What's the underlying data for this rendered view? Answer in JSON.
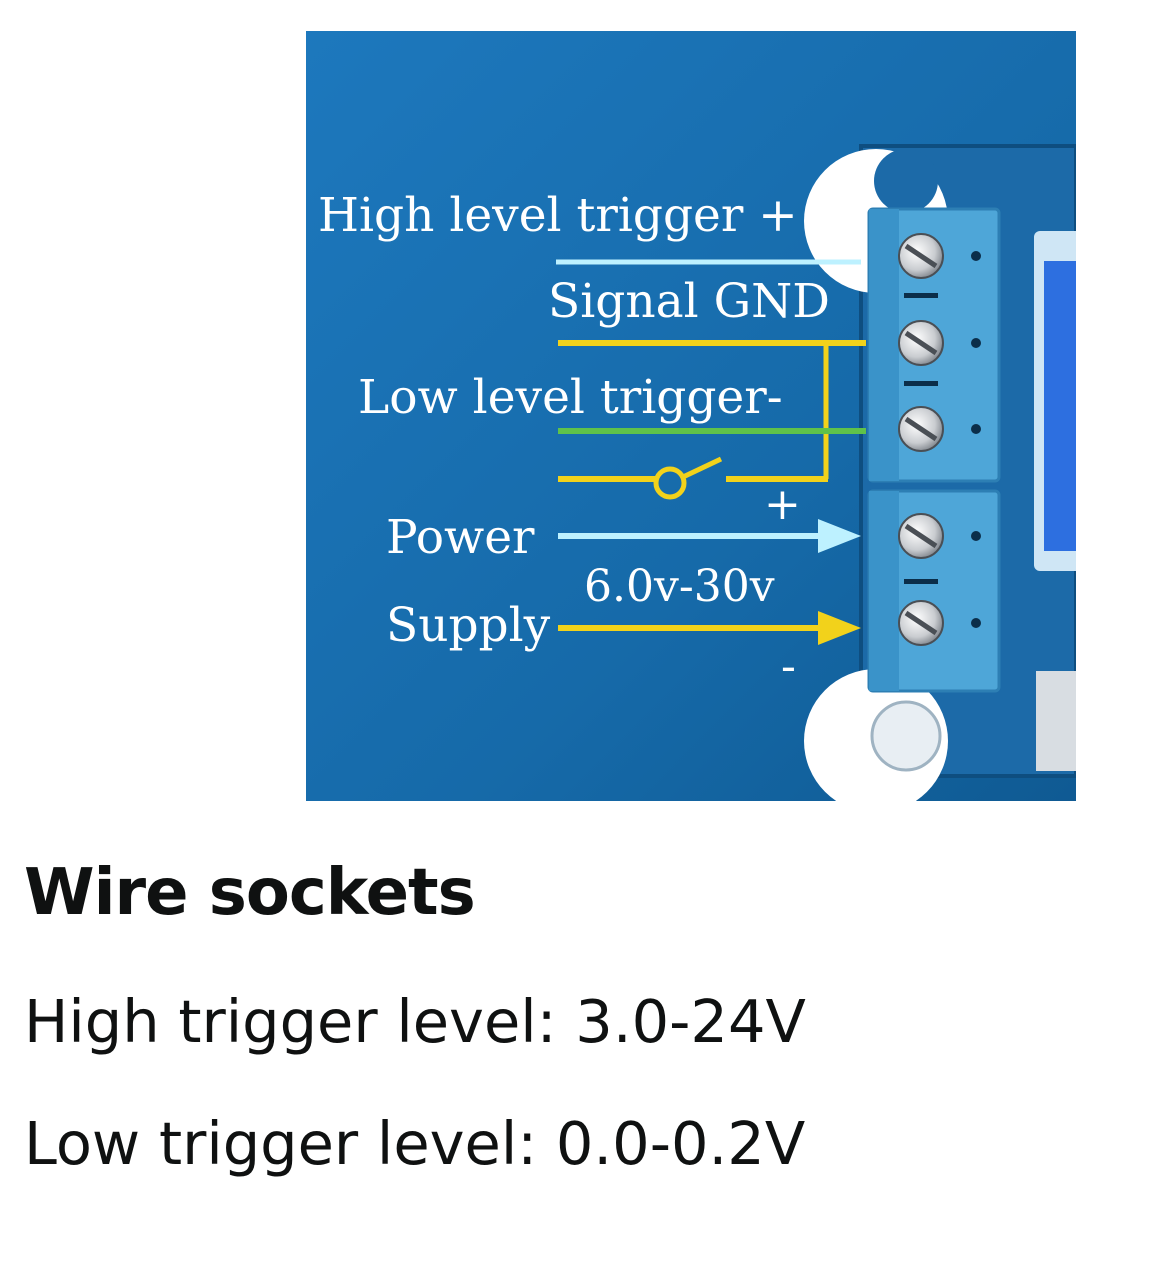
{
  "image": {
    "labels": {
      "high_trigger": "High level trigger +",
      "signal_gnd": "Signal GND",
      "low_trigger": "Low level trigger-",
      "power": "Power",
      "supply": "Supply",
      "voltage": "6.0v-30v",
      "plus": "+",
      "minus": "-"
    },
    "colors": {
      "background": "#1a6fb0",
      "terminal": "#4ea6d8",
      "wire_cyan": "#bdf1ff",
      "wire_yellow": "#f2d21b",
      "wire_green": "#5fc24a"
    }
  },
  "section": {
    "heading": "Wire sockets",
    "high_trigger_spec": "High trigger level: 3.0-24V",
    "low_trigger_spec": "Low trigger level: 0.0-0.2V"
  }
}
